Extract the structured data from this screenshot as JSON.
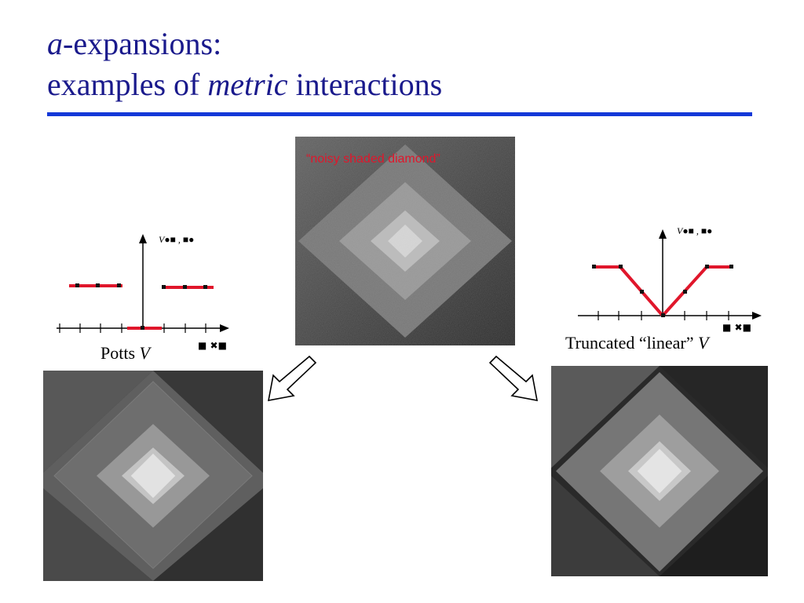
{
  "slide": {
    "title_line1_italic": "a",
    "title_line1_rest": "-expansions:",
    "title_line2_a": "examples of ",
    "title_line2_italic": "metric",
    "title_line2_b": " interactions",
    "rule_color": "#1438d8",
    "title_color": "#1a1a8c"
  },
  "noisy_image": {
    "label": "“noisy shaded diamond”",
    "label_color": "#e0162b"
  },
  "potts": {
    "caption_text": "Potts ",
    "caption_var": "V",
    "y_axis_label": "V●■ , ■●",
    "x_axis_label": "■ ✖■",
    "curve_color": "#e0162b"
  },
  "truncated": {
    "caption_text": "Truncated “linear”  ",
    "caption_var": "V",
    "y_axis_label": "V●■ , ■●",
    "x_axis_label": "■ ✖■",
    "curve_color": "#e0162b"
  },
  "arrows": {
    "left": "arrow-down-left-icon",
    "right": "arrow-down-right-icon"
  }
}
